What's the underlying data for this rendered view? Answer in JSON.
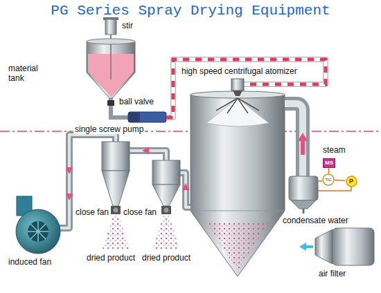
{
  "diagram": {
    "title": "PG Series Spray Drying Equipment",
    "nodes": [
      {
        "text": [
          "MS"
        ]
      },
      {
        "text": [
          "TIC"
        ]
      },
      {
        "text": [
          "P"
        ]
      }
    ],
    "edges": [
      {
        "from": 0,
        "to": 1,
        "arrow": "none"
      },
      {
        "from": 1,
        "to": 2,
        "arrow": "none"
      }
    ],
    "labels": [
      "stir",
      "material tank",
      "ball valve",
      "single screw pump",
      "high speed centrifugal atomizer",
      "steam",
      "condensate water",
      "close fan",
      "close fan",
      "induced fan",
      "dried product",
      "dried product",
      "air filter"
    ]
  }
}
